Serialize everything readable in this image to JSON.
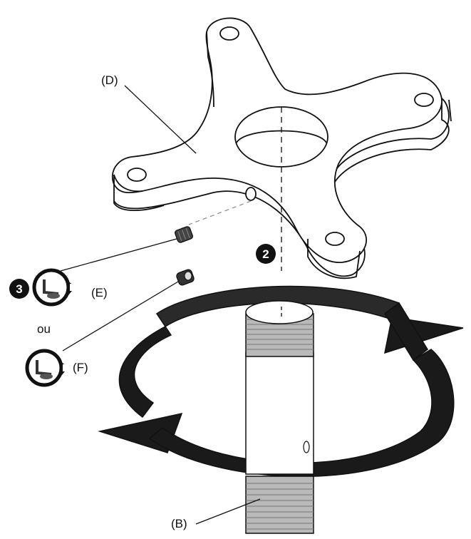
{
  "labels": {
    "plate": "(D)",
    "pipe": "(B)",
    "screw_e": "(E)",
    "screw_f": "(F)",
    "or": "ou"
  },
  "steps": {
    "rotate": "2",
    "tighten": "3"
  },
  "icons": {
    "plate": "mounting-plate",
    "pipe": "threaded-pipe",
    "screw_e": "set-screw",
    "screw_f": "set-screw",
    "tool": "hex-key-clockwise",
    "rotation": "rotation-arrow"
  },
  "colors": {
    "ink": "#111111",
    "arrow_fill": "#1a1a1a"
  }
}
